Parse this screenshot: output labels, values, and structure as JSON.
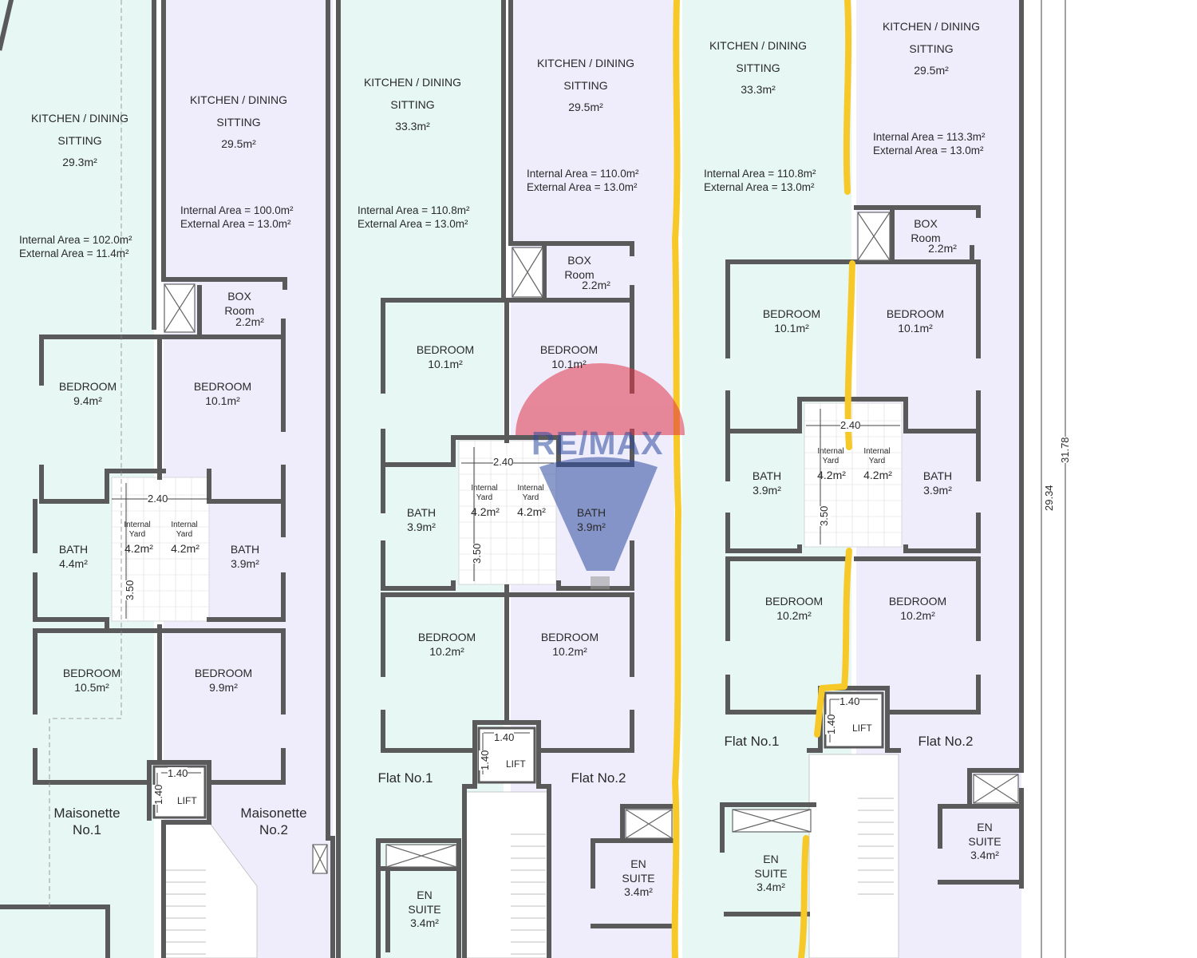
{
  "title": "",
  "units": [
    {
      "label": "Maisonette No.1"
    },
    {
      "label": "Maisonette No.2"
    },
    {
      "label": "Flat No.1"
    },
    {
      "label": "Flat No.2"
    },
    {
      "label": "Flat No.1"
    },
    {
      "label": "Flat No.2"
    }
  ],
  "kitchens": [
    {
      "l1": "KITCHEN / DINING",
      "l2": "SITTING",
      "area": "29.3m²"
    },
    {
      "l1": "KITCHEN / DINING",
      "l2": "SITTING",
      "area": "29.5m²"
    },
    {
      "l1": "KITCHEN / DINING",
      "l2": "SITTING",
      "area": "33.3m²"
    },
    {
      "l1": "KITCHEN / DINING",
      "l2": "SITTING",
      "area": "29.5m²"
    },
    {
      "l1": "KITCHEN / DINING",
      "l2": "SITTING",
      "area": "33.3m²"
    },
    {
      "l1": "KITCHEN / DINING",
      "l2": "SITTING",
      "area": "29.5m²"
    }
  ],
  "areas": [
    {
      "internal": "Internal Area = 102.0m²",
      "external": "External Area =   11.4m²"
    },
    {
      "internal": "Internal Area = 100.0m²",
      "external": "External Area =   13.0m²"
    },
    {
      "internal": "Internal Area = 110.8m²",
      "external": "External Area =   13.0m²"
    },
    {
      "internal": "Internal Area = 110.0m²",
      "external": "External Area =   13.0m²"
    },
    {
      "internal": "Internal Area = 110.8m²",
      "external": "External Area =   13.0m²"
    },
    {
      "internal": "Internal Area = 113.3m²",
      "external": "External Area =   13.0m²"
    }
  ],
  "rooms": [
    {
      "name": "BOX",
      "name2": "Room",
      "area": "2.2m²"
    },
    {
      "name": "BOX",
      "name2": "Room",
      "area": "2.2m²"
    },
    {
      "name": "BOX",
      "name2": "Room",
      "area": "2.2m²"
    },
    {
      "name": "BEDROOM",
      "area": "9.4m²"
    },
    {
      "name": "BEDROOM",
      "area": "10.1m²"
    },
    {
      "name": "BEDROOM",
      "area": "10.1m²"
    },
    {
      "name": "BEDROOM",
      "area": "10.1m²"
    },
    {
      "name": "BEDROOM",
      "area": "10.1m²"
    },
    {
      "name": "BEDROOM",
      "area": "10.1m²"
    },
    {
      "name": "BATH",
      "area": "4.4m²"
    },
    {
      "name": "BATH",
      "area": "3.9m²"
    },
    {
      "name": "BATH",
      "area": "3.9m²"
    },
    {
      "name": "BATH",
      "area": "3.9m²"
    },
    {
      "name": "BATH",
      "area": "3.9m²"
    },
    {
      "name": "BATH",
      "area": "3.9m²"
    },
    {
      "name": "BEDROOM",
      "area": "10.5m²"
    },
    {
      "name": "BEDROOM",
      "area": "9.9m²"
    },
    {
      "name": "BEDROOM",
      "area": "10.2m²"
    },
    {
      "name": "BEDROOM",
      "area": "10.2m²"
    },
    {
      "name": "BEDROOM",
      "area": "10.2m²"
    },
    {
      "name": "BEDROOM",
      "area": "10.2m²"
    },
    {
      "name": "EN",
      "name2": "SUITE",
      "area": "3.4m²"
    },
    {
      "name": "EN",
      "name2": "SUITE",
      "area": "3.4m²"
    },
    {
      "name": "EN",
      "name2": "SUITE",
      "area": "3.4m²"
    },
    {
      "name": "EN",
      "name2": "SUITE",
      "area": "3.4m²"
    }
  ],
  "yards": [
    {
      "l1": "Internal",
      "l2": "Yard",
      "area": "4.2m²"
    },
    {
      "l1": "Internal",
      "l2": "Yard",
      "area": "4.2m²"
    },
    {
      "l1": "Internal",
      "l2": "Yard",
      "area": "4.2m²"
    },
    {
      "l1": "Internal",
      "l2": "Yard",
      "area": "4.2m²"
    },
    {
      "l1": "Internal",
      "l2": "Yard",
      "area": "4.2m²"
    },
    {
      "l1": "Internal",
      "l2": "Yard",
      "area": "4.2m²"
    }
  ],
  "yard_dims": {
    "width": "2.40",
    "depth": "3.50"
  },
  "lift": {
    "label": "LIFT",
    "dim": "1.40"
  },
  "overall_dims": {
    "d1": "29.34",
    "d2": "31.78"
  },
  "watermark": {
    "text": "RE/MAX"
  },
  "colors": {
    "maisonette1_fill": "#e6f7f4",
    "lavender_fill": "#efedfb",
    "wall": "#555555",
    "highlight": "#f7c928"
  }
}
